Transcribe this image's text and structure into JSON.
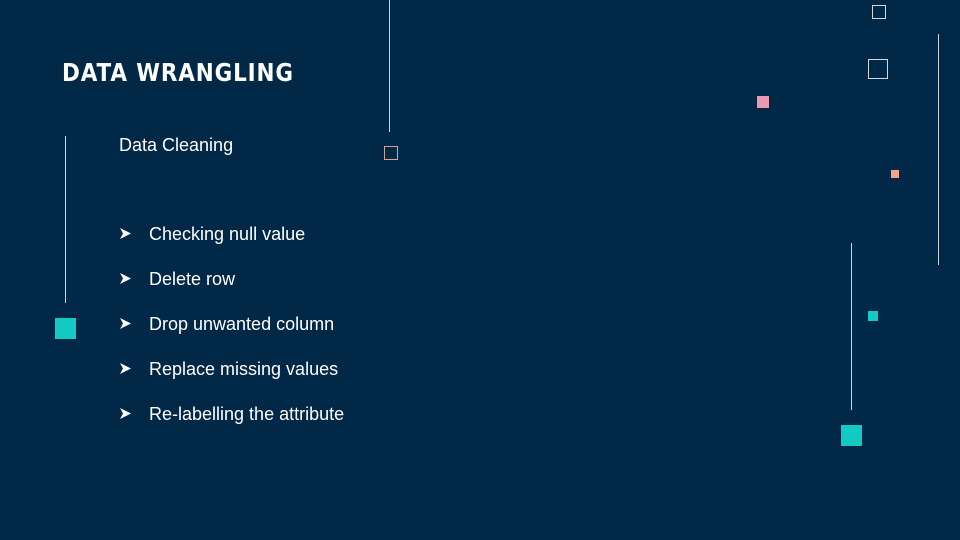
{
  "slide": {
    "title": "DATA WRANGLING",
    "subtitle": "Data Cleaning",
    "bullets": [
      "Checking null value",
      "Delete row",
      "Drop unwanted column",
      "Replace missing values",
      "Re-labelling the attribute"
    ]
  },
  "colors": {
    "background": "#012847",
    "text": "#ffffff",
    "teal": "#12c9c3",
    "pink": "#e99ab2",
    "salmon": "#f4a583",
    "outline": "#d8d8d8",
    "line": "#c9d3dc"
  },
  "icons": {
    "bullet": "arrow-bullet-icon"
  }
}
